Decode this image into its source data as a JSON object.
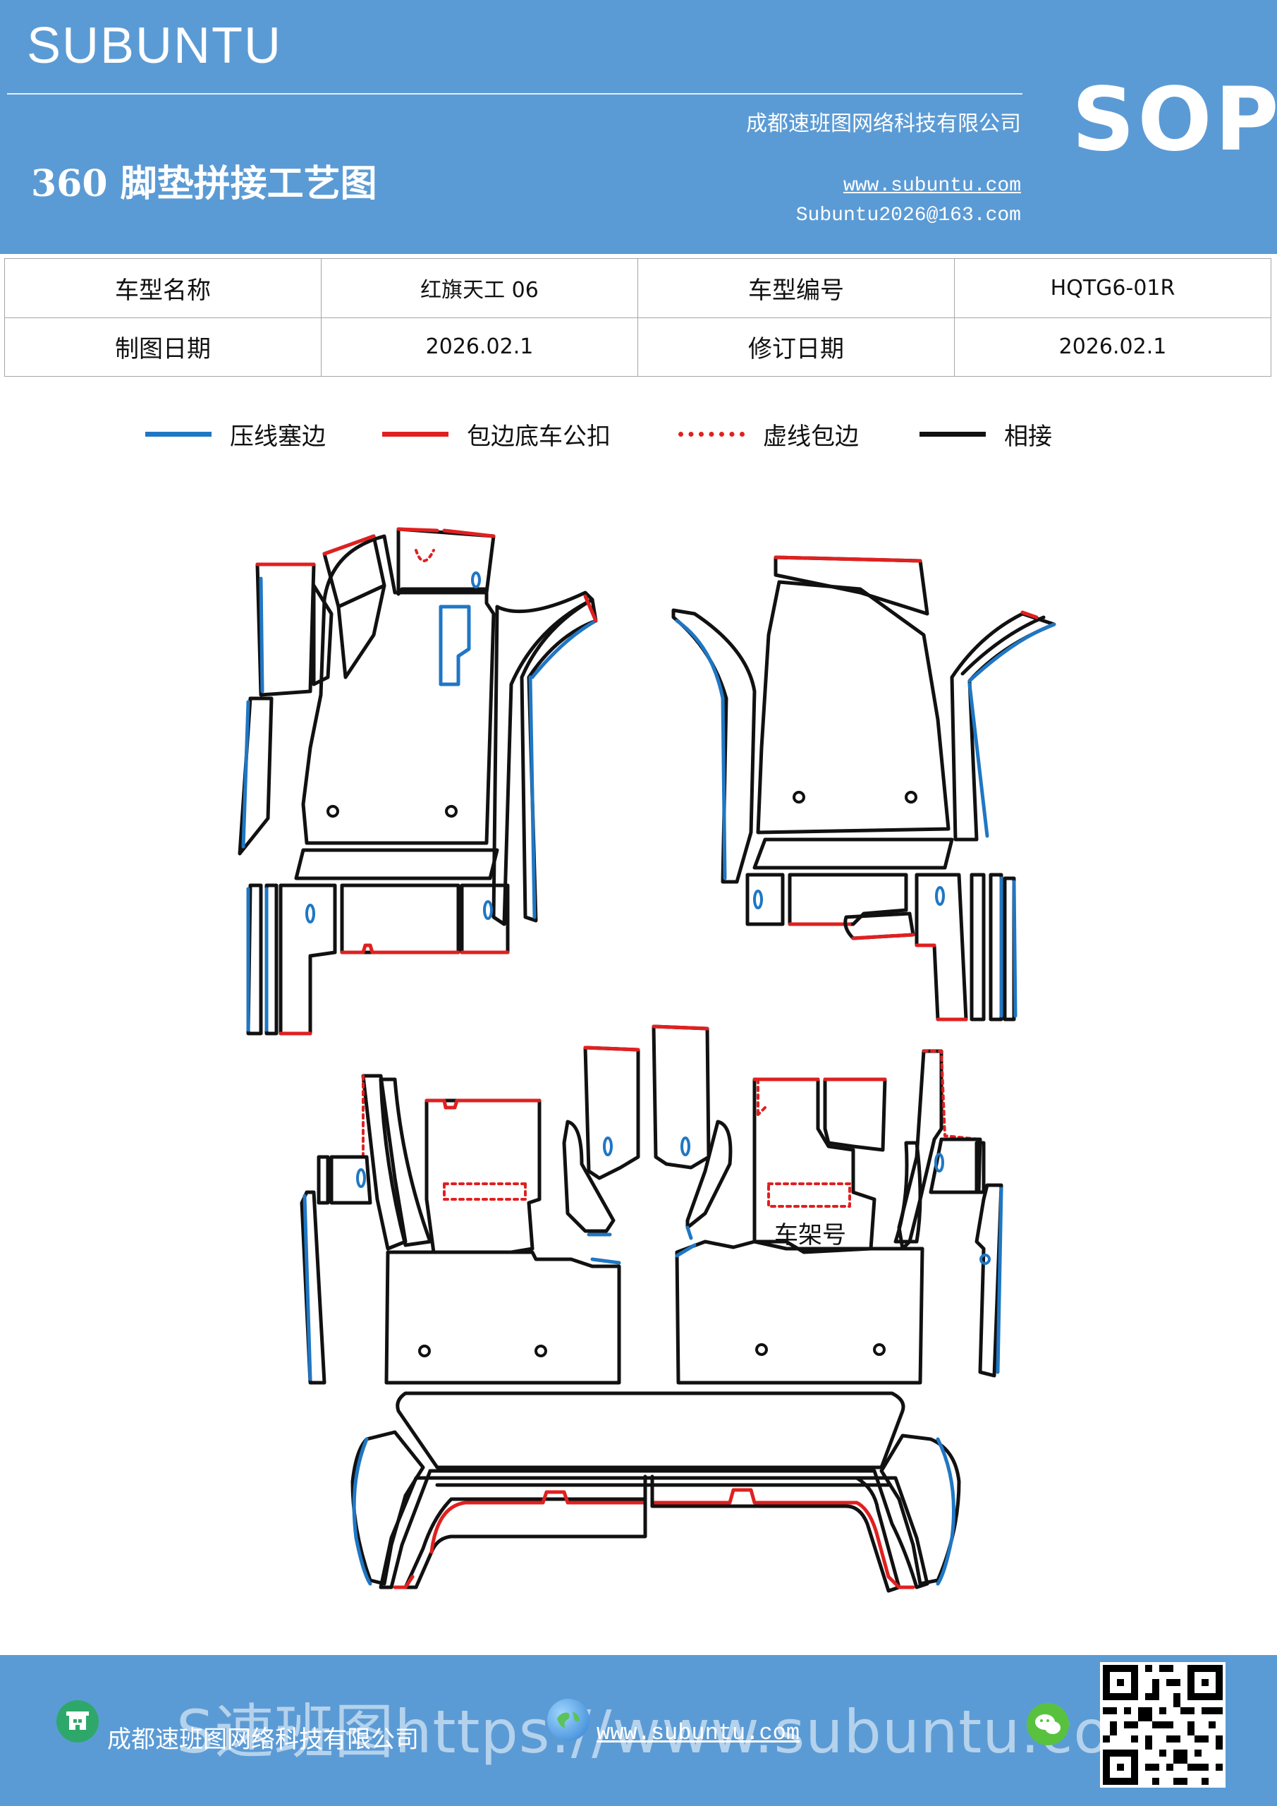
{
  "header": {
    "brand": "SUBUNTU",
    "company": "成都速班图网络科技有限公司",
    "sop": "SOP",
    "title": "360 脚垫拼接工艺图",
    "website": "www.subuntu.com",
    "email": "Subuntu2026@163.com"
  },
  "info": {
    "model_name_label": "车型名称",
    "model_name": "红旗天工 06",
    "model_code_label": "车型编号",
    "model_code": "HQTG6-01R",
    "draw_date_label": "制图日期",
    "draw_date": "2026.02.1",
    "revise_date_label": "修订日期",
    "revise_date": "2026.02.1"
  },
  "legend": [
    {
      "label": "压线塞边",
      "color": "#1f77c4",
      "style": "solid"
    },
    {
      "label": "包边底车公扣",
      "color": "#e02020",
      "style": "solid"
    },
    {
      "label": "虚线包边",
      "color": "#e02020",
      "style": "dotted"
    },
    {
      "label": "相接",
      "color": "#111111",
      "style": "solid"
    }
  ],
  "diagram": {
    "vin_label": "车架号"
  },
  "footer": {
    "company": "成都速班图网络科技有限公司",
    "website": "www.subuntu.com",
    "watermark": "S速班图https://www.subuntu.com"
  },
  "icons": {
    "left": "building-icon",
    "middle": "globe-icon",
    "right": "wechat-icon",
    "qr": "qr-code"
  }
}
